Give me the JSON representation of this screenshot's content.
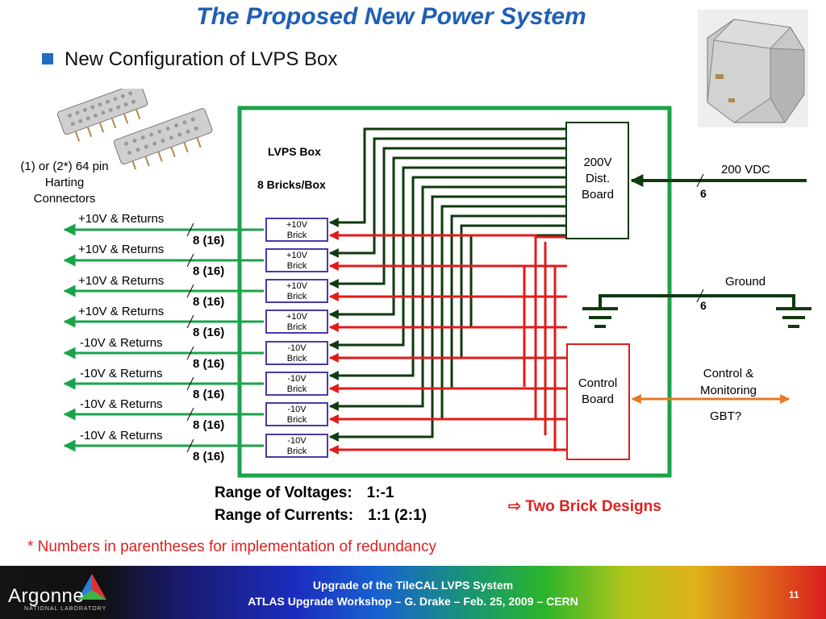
{
  "slide": {
    "title": "The Proposed New Power System",
    "subtitle": "New Configuration of LVPS Box"
  },
  "connectors": {
    "label_line1": "(1) or (2*) 64 pin",
    "label_line2": "Harting",
    "label_line3": "Connectors"
  },
  "lvps_box": {
    "title": "LVPS Box",
    "subtitle": "8 Bricks/Box",
    "dist_board": [
      "200V",
      "Dist.",
      "Board"
    ],
    "control_board": [
      "Control",
      "Board"
    ]
  },
  "bricks": [
    {
      "line1": "+10V",
      "line2": "Brick"
    },
    {
      "line1": "+10V",
      "line2": "Brick"
    },
    {
      "line1": "+10V",
      "line2": "Brick"
    },
    {
      "line1": "+10V",
      "line2": "Brick"
    },
    {
      "line1": "-10V",
      "line2": "Brick"
    },
    {
      "line1": "-10V",
      "line2": "Brick"
    },
    {
      "line1": "-10V",
      "line2": "Brick"
    },
    {
      "line1": "-10V",
      "line2": "Brick"
    }
  ],
  "outputs": [
    {
      "label": "+10V & Returns",
      "count": "8 (16)"
    },
    {
      "label": "+10V & Returns",
      "count": "8 (16)"
    },
    {
      "label": "+10V & Returns",
      "count": "8 (16)"
    },
    {
      "label": "+10V & Returns",
      "count": "8 (16)"
    },
    {
      "label": "-10V & Returns",
      "count": "8 (16)"
    },
    {
      "label": "-10V & Returns",
      "count": "8 (16)"
    },
    {
      "label": "-10V & Returns",
      "count": "8 (16)"
    },
    {
      "label": "-10V & Returns",
      "count": "8 (16)"
    }
  ],
  "right_side": {
    "vdc_label": "200 VDC",
    "vdc_count": "6",
    "ground_label": "Ground",
    "ground_count": "6",
    "control_line1": "Control &",
    "control_line2": "Monitoring",
    "gbt": "GBT?"
  },
  "summary": {
    "voltages_label": "Range of Voltages:",
    "voltages_value": "1:-1",
    "currents_label": "Range of Currents:",
    "currents_value": "1:1  (2:1)",
    "two_brick": "Two Brick Designs",
    "footnote": "* Numbers in parentheses for implementation of redundancy"
  },
  "footer": {
    "logo": "Argonne",
    "logo_sub": "NATIONAL LABORATORY",
    "line1": "Upgrade of the TileCAL LVPS System",
    "line2": "ATLAS Upgrade Workshop – G. Drake – Feb. 25, 2009  – CERN",
    "page": "11"
  },
  "colors": {
    "title": "#1f5fb4",
    "box_border": "#1aa34a",
    "output_arrows": "#1aa34a",
    "dark_wires": "#0f3a0f",
    "red_wires": "#e01b1b",
    "control_arrow": "#e87722",
    "brick_border": "#4b3aa8"
  }
}
